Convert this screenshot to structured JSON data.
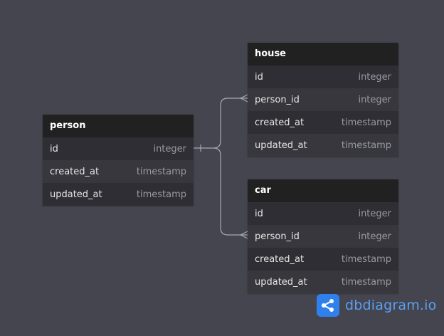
{
  "tables": {
    "person": {
      "name": "person",
      "fields": [
        {
          "name": "id",
          "type": "integer"
        },
        {
          "name": "created_at",
          "type": "timestamp"
        },
        {
          "name": "updated_at",
          "type": "timestamp"
        }
      ]
    },
    "house": {
      "name": "house",
      "fields": [
        {
          "name": "id",
          "type": "integer"
        },
        {
          "name": "person_id",
          "type": "integer"
        },
        {
          "name": "created_at",
          "type": "timestamp"
        },
        {
          "name": "updated_at",
          "type": "timestamp"
        }
      ]
    },
    "car": {
      "name": "car",
      "fields": [
        {
          "name": "id",
          "type": "integer"
        },
        {
          "name": "person_id",
          "type": "integer"
        },
        {
          "name": "created_at",
          "type": "timestamp"
        },
        {
          "name": "updated_at",
          "type": "timestamp"
        }
      ]
    }
  },
  "relationships": [
    {
      "from": "person.id",
      "to": "house.person_id",
      "from_cardinality": "one",
      "to_cardinality": "many"
    },
    {
      "from": "person.id",
      "to": "car.person_id",
      "from_cardinality": "one",
      "to_cardinality": "many"
    }
  ],
  "brand": {
    "text": "dbdiagram.io",
    "icon": "share-nodes-icon",
    "color": "#2f80ed"
  },
  "colors": {
    "background": "#45454f",
    "header": "#212121",
    "connector": "#a9a9b0"
  }
}
